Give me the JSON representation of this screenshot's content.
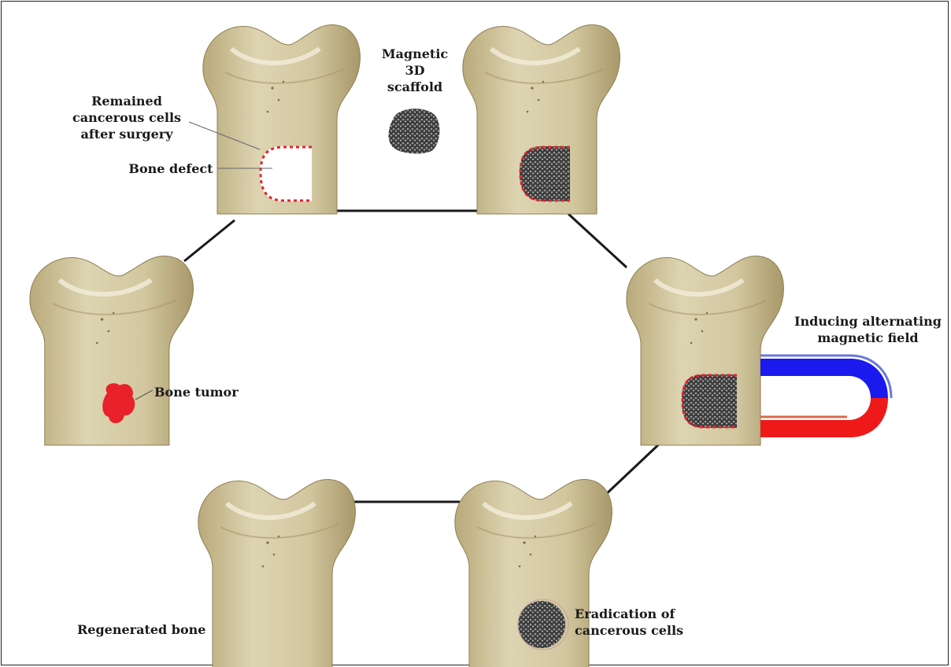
{
  "labels": {
    "magnetic_scaffold": "Magnetic\n3D\nscaffold",
    "remained_cells": "Remained\ncancerous cells\nafter surgery",
    "bone_defect": "Bone defect",
    "bone_tumor": "Bone tumor",
    "inducing_field": "Inducing alternating\nmagnetic field",
    "regenerated_bone": "Regenerated bone",
    "eradication": "Eradication of\ncancerous cells"
  },
  "colors": {
    "bone": "#d9cfa8",
    "bone_shade": "#b7a777",
    "tumor": "#e8212b",
    "scaffold": "#4a4a4a",
    "magnet_north": "#1a1aee",
    "magnet_south": "#ee1a1a"
  },
  "icons": {
    "bone": "femur-bone-icon",
    "scaffold": "porous-scaffold-icon",
    "magnet": "horseshoe-magnet-icon"
  }
}
